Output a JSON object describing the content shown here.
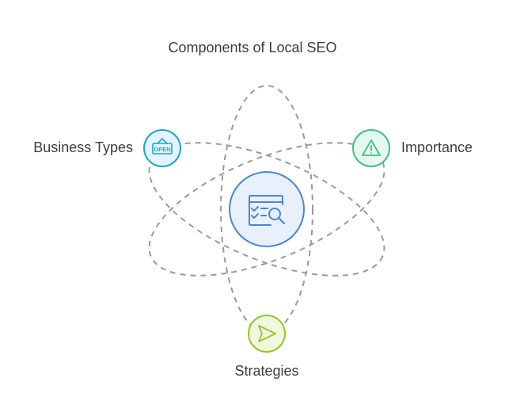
{
  "diagram": {
    "title": "Components of Local SEO",
    "nodes": [
      {
        "id": "center",
        "label": "",
        "icon": "web-search-icon",
        "stroke": "#4a86d6",
        "fill": "#e8f0fc"
      },
      {
        "id": "business",
        "label": "Business Types",
        "icon": "open-sign-icon",
        "stroke": "#22a5cc",
        "fill": "#e4f5fb"
      },
      {
        "id": "importance",
        "label": "Importance",
        "icon": "warning-icon",
        "stroke": "#42bf8a",
        "fill": "#e5f7ee"
      },
      {
        "id": "strategies",
        "label": "Strategies",
        "icon": "send-icon",
        "stroke": "#95c42e",
        "fill": "#f1f8de"
      }
    ],
    "colors": {
      "orbit": "#9a9a9a",
      "text": "#3c3c3c"
    }
  }
}
